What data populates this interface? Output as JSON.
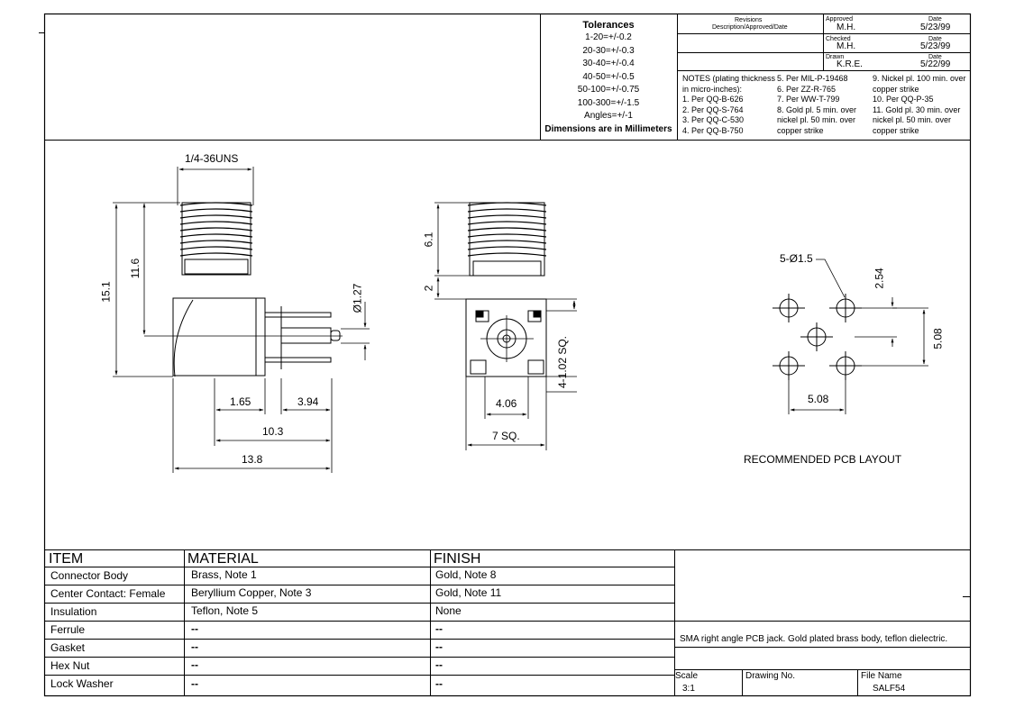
{
  "tolerances": {
    "title": "Tolerances",
    "lines": [
      "1-20=+/-0.2",
      "20-30=+/-0.3",
      "30-40=+/-0.4",
      "40-50=+/-0.5",
      "50-100=+/-0.75",
      "100-300=+/-1.5",
      "Angles=+/-1"
    ],
    "footer": "Dimensions are in Millimeters"
  },
  "revisions": {
    "header": "Revisions",
    "subheader": "Description/Approved/Date",
    "approved_label": "Approved",
    "approved_value": "M.H.",
    "approved_date_label": "Date",
    "approved_date": "5/23/99",
    "checked_label": "Checked",
    "checked_value": "M.H.",
    "checked_date_label": "Date",
    "checked_date": "5/23/99",
    "drawn_label": "Drawn",
    "drawn_value": "K.R.E.",
    "drawn_date_label": "Date",
    "drawn_date": "5/22/99"
  },
  "notes": {
    "col1": [
      "NOTES (plating thickness",
      "in micro-inches):",
      "1. Per QQ-B-626",
      "2. Per QQ-S-764",
      "3. Per QQ-C-530",
      "4. Per QQ-B-750"
    ],
    "col2": [
      "5. Per MIL-P-19468",
      "6. Per ZZ-R-765",
      "7. Per WW-T-799",
      "8. Gold pl. 5 min. over",
      "nickel pl. 50 min. over",
      "copper strike"
    ],
    "col3": [
      "9. Nickel pl. 100 min. over",
      "copper strike",
      "10. Per QQ-P-35",
      "11. Gold pl. 30 min. over",
      "nickel pl. 50 min. over",
      "copper strike"
    ]
  },
  "dimensions": {
    "thread": "1/4-36UNS",
    "d15_1": "15.1",
    "d11_6": "11.6",
    "d_pin": "Ø1.27",
    "d1_65": "1.65",
    "d3_94": "3.94",
    "d10_3": "10.3",
    "d13_8": "13.8",
    "d6_1": "6.1",
    "d2": "2",
    "d4_06": "4.06",
    "d7sq": "7 SQ.",
    "d4_1_02": "4-1.02 SQ.",
    "holes": "5-Ø1.5",
    "d2_54": "2.54",
    "d5_08_v": "5.08",
    "d5_08_h": "5.08",
    "pcb_caption": "RECOMMENDED PCB LAYOUT"
  },
  "bom": {
    "headers": [
      "ITEM",
      "MATERIAL",
      "FINISH"
    ],
    "rows": [
      [
        "Connector Body",
        "Brass, Note 1",
        "Gold, Note 8"
      ],
      [
        "Center Contact: Female",
        "Beryllium Copper, Note 3",
        "Gold, Note 11"
      ],
      [
        "Insulation",
        "Teflon, Note 5",
        "None"
      ],
      [
        "Ferrule",
        "--",
        "--"
      ],
      [
        "Gasket",
        "--",
        "--"
      ],
      [
        "Hex Nut",
        "--",
        "--"
      ],
      [
        "Lock Washer",
        "--",
        "--"
      ]
    ]
  },
  "title_block": {
    "description": "SMA right angle PCB jack.  Gold plated brass body, teflon dielectric.",
    "scale_label": "Scale",
    "scale_value": "3:1",
    "drawing_no_label": "Drawing No.",
    "drawing_no_value": "",
    "file_name_label": "File Name",
    "file_name_value": "SALF54"
  }
}
